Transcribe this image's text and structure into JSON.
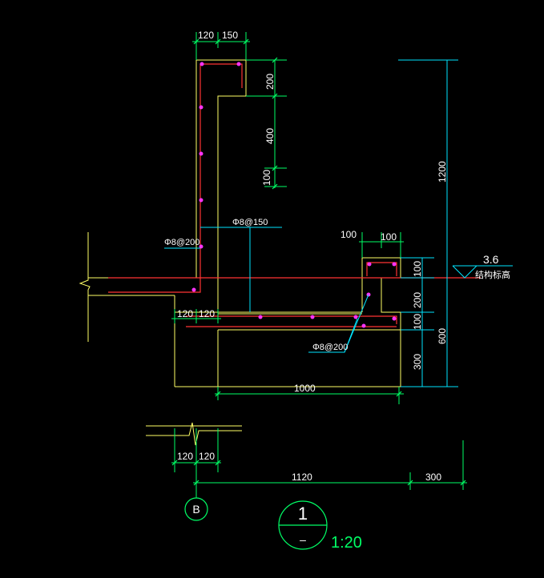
{
  "colors": {
    "background": "#000000",
    "concrete": "#ffff66",
    "rebar": "#ff3333",
    "rebar_dot": "#ff33ff",
    "dimension": "#00ff66",
    "extension": "#00e5ff",
    "text": "#ffffff",
    "axis": "#00ff66"
  },
  "dims": {
    "top_120": "120",
    "top_150": "150",
    "right_200": "200",
    "right_400": "400",
    "right_100": "100",
    "overall_1200": "1200",
    "nib_100_a": "100",
    "nib_100_b": "100",
    "beam_100_a": "100",
    "beam_200": "200",
    "beam_100_b": "100",
    "beam_300": "300",
    "beam_600": "600",
    "mid_120_a": "120",
    "mid_120_b": "120",
    "slab_1000": "1000",
    "bot_120_a": "120",
    "bot_120_b": "120",
    "bot_1120": "1120",
    "bot_300": "300"
  },
  "rebar_labels": {
    "wall_rebar": "Φ8@200",
    "slab_rebar": "Φ8@150",
    "beam_rebar": "Φ8@200"
  },
  "elevation": {
    "value": "3.6",
    "label": "结构标高"
  },
  "axis_bubble": "B",
  "section_mark": {
    "number": "1",
    "sheet": "–",
    "scale": "1:20"
  }
}
